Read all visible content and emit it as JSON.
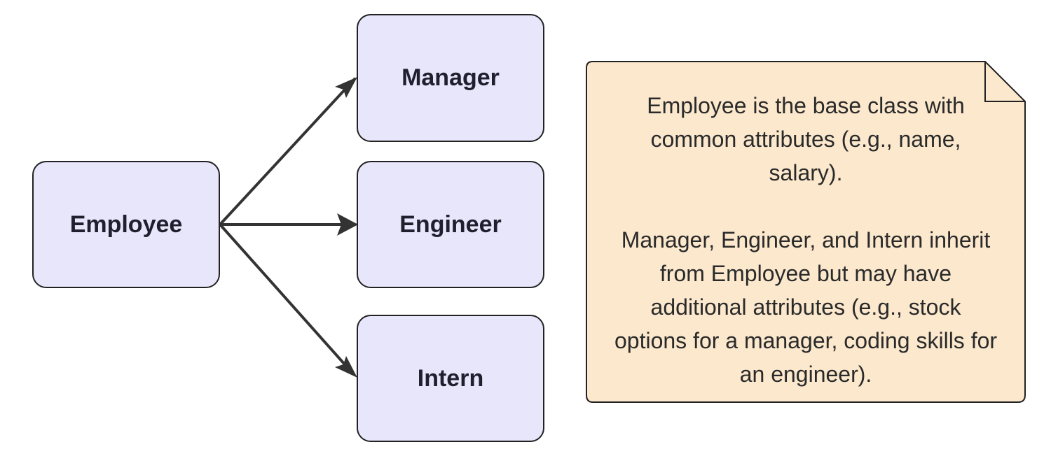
{
  "diagram": {
    "nodes": [
      {
        "id": "employee",
        "label": "Employee"
      },
      {
        "id": "manager",
        "label": "Manager"
      },
      {
        "id": "engineer",
        "label": "Engineer"
      },
      {
        "id": "intern",
        "label": "Intern"
      }
    ],
    "edges": [
      {
        "from": "employee",
        "to": "manager"
      },
      {
        "from": "employee",
        "to": "engineer"
      },
      {
        "from": "employee",
        "to": "intern"
      }
    ],
    "note": {
      "paragraph_1": "Employee is the base class with common attributes (e.g., name, salary).",
      "paragraph_2": "Manager, Engineer, and Intern inherit from Employee but may have additional attributes (e.g., stock options for a manager, coding skills for an engineer)."
    }
  },
  "colors": {
    "node_fill": "#e8e6fb",
    "node_border": "#222222",
    "edge": "#333333",
    "note_fill": "#fbe8cd",
    "note_border": "#222222"
  }
}
